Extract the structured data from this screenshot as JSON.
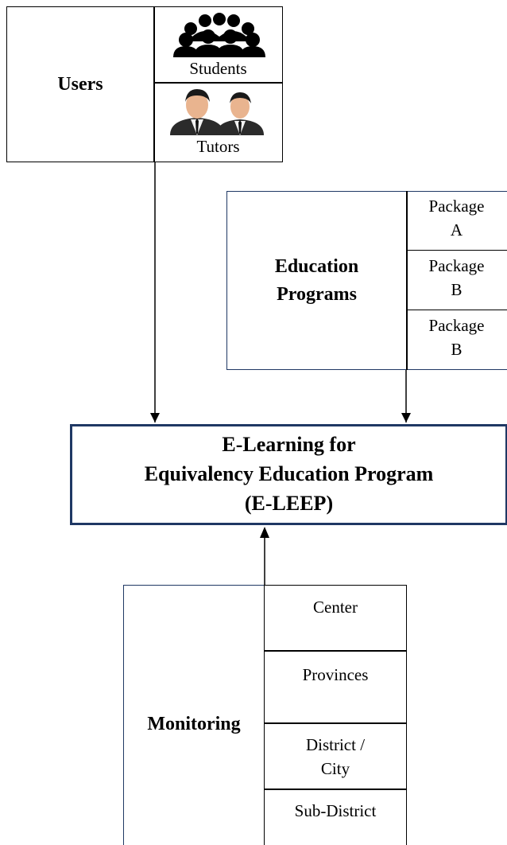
{
  "users": {
    "title": "Users",
    "items": [
      {
        "label": "Students",
        "icon": "group-of-people-icon"
      },
      {
        "label": "Tutors",
        "icon": "businessmen-icon"
      }
    ]
  },
  "education": {
    "title": "Education Programs",
    "packages": [
      {
        "line1": "Package",
        "line2": "A"
      },
      {
        "line1": "Package",
        "line2": "B"
      },
      {
        "line1": "Package",
        "line2": "B"
      }
    ]
  },
  "main": {
    "line1": "E-Learning for",
    "line2": "Equivalency Education Program",
    "line3": "(E-LEEP)"
  },
  "monitoring": {
    "title": "Monitoring",
    "levels": [
      {
        "line1": "Center",
        "line2": ""
      },
      {
        "line1": "Provinces",
        "line2": ""
      },
      {
        "line1": "District /",
        "line2": "City"
      },
      {
        "line1": "Sub-District",
        "line2": ""
      }
    ]
  },
  "colors": {
    "dark_blue_border": "#1f3864",
    "black": "#000000"
  }
}
